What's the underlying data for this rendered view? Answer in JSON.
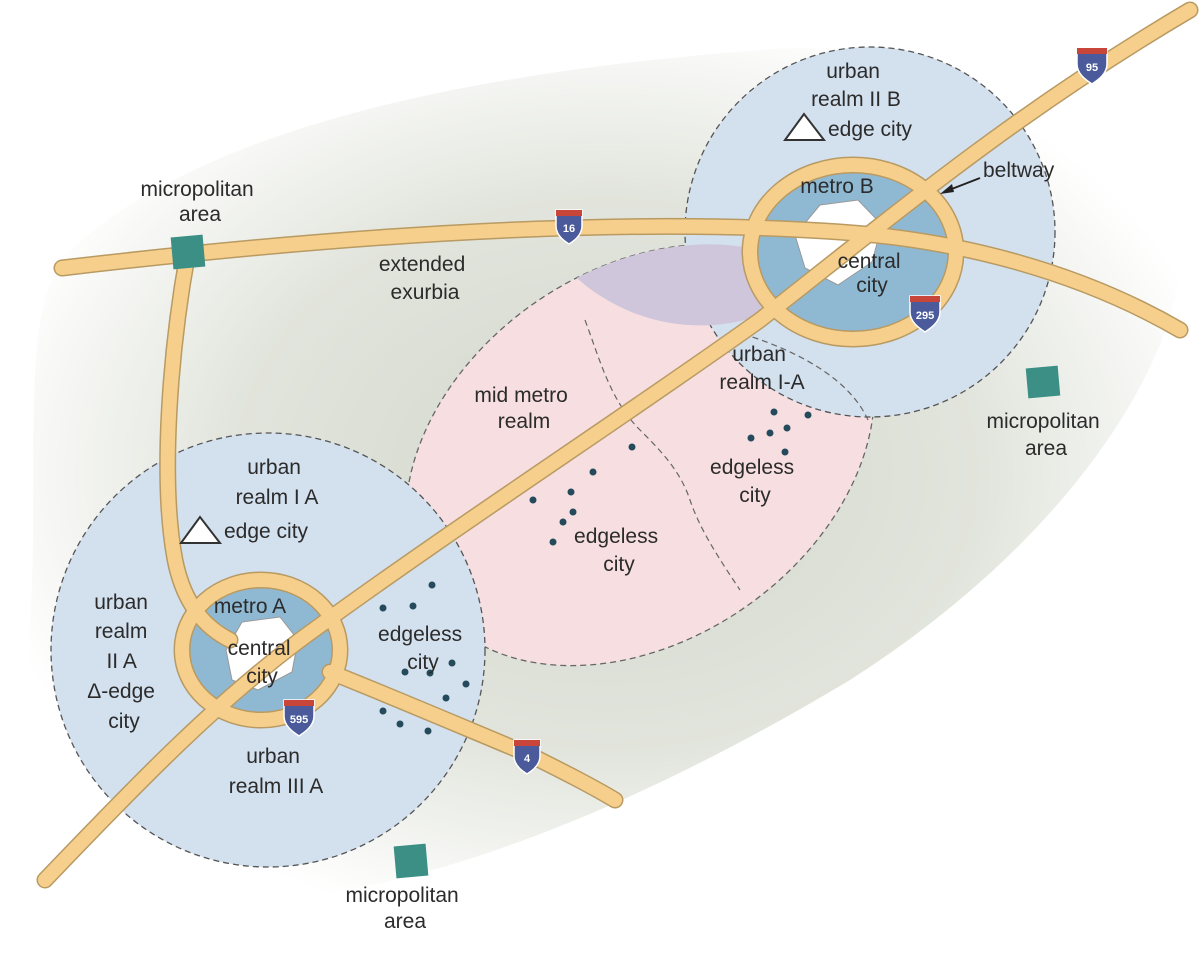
{
  "colors": {
    "background_shade": "#d9ddd3",
    "urban_realm_fill": "#d3e0ee",
    "metro_fill": "#8fb9d3",
    "mid_metro_fill": "#f7dfe1",
    "overlap_fill": "#cfc6dc",
    "highway": "#f6cf8c",
    "highway_edge": "#b89a62",
    "micropolitan": "#3c8f84",
    "shield_blue": "#4a5a9a",
    "shield_red": "#c8453a"
  },
  "labels": {
    "urban_realm_2b": [
      "urban",
      "realm II B"
    ],
    "edge_city_b": "edge city",
    "metro_b": "metro B",
    "central_city_b": [
      "central",
      "city"
    ],
    "beltway": "beltway",
    "micropolitan_nw": [
      "micropolitan",
      "area"
    ],
    "extended_exurbia": [
      "extended",
      "exurbia"
    ],
    "urban_realm_1a_b": [
      "urban",
      "realm I-A"
    ],
    "micropolitan_e": [
      "micropolitan",
      "area"
    ],
    "mid_metro_realm": [
      "mid metro",
      "realm"
    ],
    "edgeless_city_e": [
      "edgeless",
      "city"
    ],
    "edgeless_city_mid": [
      "edgeless",
      "city"
    ],
    "urban_realm_1a": [
      "urban",
      "realm I A"
    ],
    "edge_city_a": "edge city",
    "urban_realm_2a": [
      "urban",
      "realm",
      "II A",
      "Δ-edge",
      "city"
    ],
    "metro_a": "metro A",
    "central_city_a": [
      "central",
      "city"
    ],
    "edgeless_city_a": [
      "edgeless",
      "city"
    ],
    "urban_realm_3a": [
      "urban",
      "realm III A"
    ],
    "micropolitan_s": [
      "micropolitan",
      "area"
    ]
  },
  "shields": {
    "i95": "95",
    "i16": "16",
    "i295": "295",
    "i595": "595",
    "i4": "4"
  },
  "icons": {
    "edge_city_marker": "triangle-icon",
    "micropolitan_marker": "square-icon",
    "edgeless_marker": "dot-icon",
    "central_city_marker": "hexagon-icon",
    "interstate_marker": "interstate-shield-icon"
  }
}
